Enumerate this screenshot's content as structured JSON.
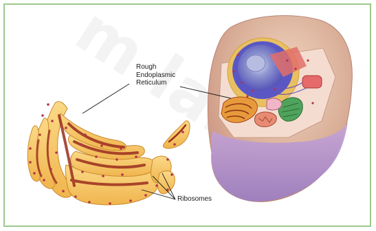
{
  "labels": {
    "rer": [
      "Rough",
      "Endoplasmic",
      "Reticulum"
    ],
    "ribosomes": "Ribosomes"
  },
  "colors": {
    "frame_border": "#9bc98a",
    "cell_outer": "#d9b0a0",
    "cell_lower": "#a98bc4",
    "er_fill": "#f6c565",
    "er_dark": "#9a2d1e",
    "nucleus": "#6f6ad0",
    "ribosome": "#b5334a"
  },
  "watermark": "m  lab"
}
